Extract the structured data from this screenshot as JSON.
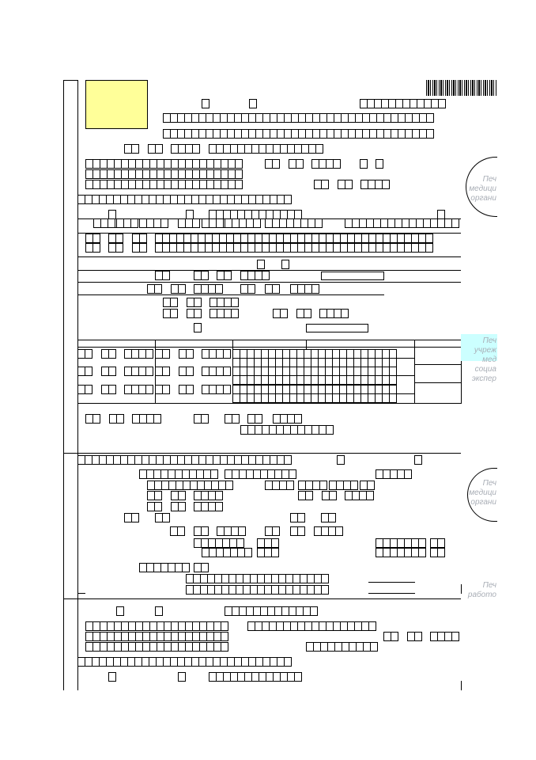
{
  "colors": {
    "ink": "#000000",
    "photo_placeholder": "#ffff99",
    "highlight": "#ccffff",
    "stamp_text": "#a9aeb6"
  },
  "stamps": {
    "medical_org_1": [
      "Печ",
      "медици",
      "органи"
    ],
    "expert_institution": [
      "Печ",
      "учреж",
      "мед",
      "социа",
      "экспер"
    ],
    "medical_org_2": [
      "Печ",
      "медици",
      "органи"
    ],
    "employer": [
      "Печ",
      "работо"
    ]
  }
}
